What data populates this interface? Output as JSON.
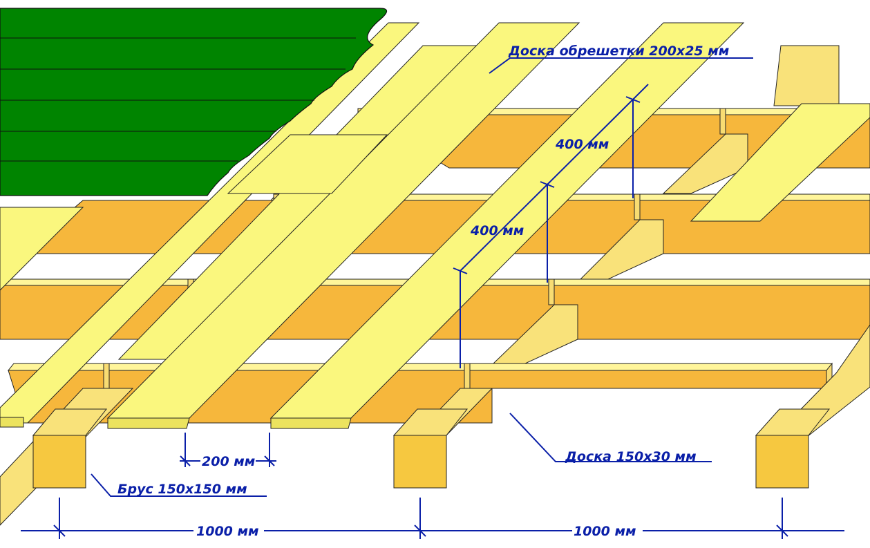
{
  "colors": {
    "joist_front": "#F6B73C",
    "joist_top": "#FFF59A",
    "joist_side": "#F8DC72",
    "board": "#FAF77E",
    "board_edge": "#ECE35E",
    "post_front": "#F6C840",
    "post_side": "#F9E27A",
    "roof_green": "#008400",
    "roof_edge": "#FFF59A",
    "dimension": "#0A1FA8",
    "outline": "#1a1a00"
  },
  "labels": {
    "board_lathing": "Доска обрешетки 200x25 мм",
    "spacing_upper": "400 мм",
    "spacing_lower": "400 мм",
    "gap": "200 мм",
    "joist_board": "Доска 150x30 мм",
    "beam": "Брус 150x150 мм",
    "span_left": "1000 мм",
    "span_right": "1000 мм"
  }
}
